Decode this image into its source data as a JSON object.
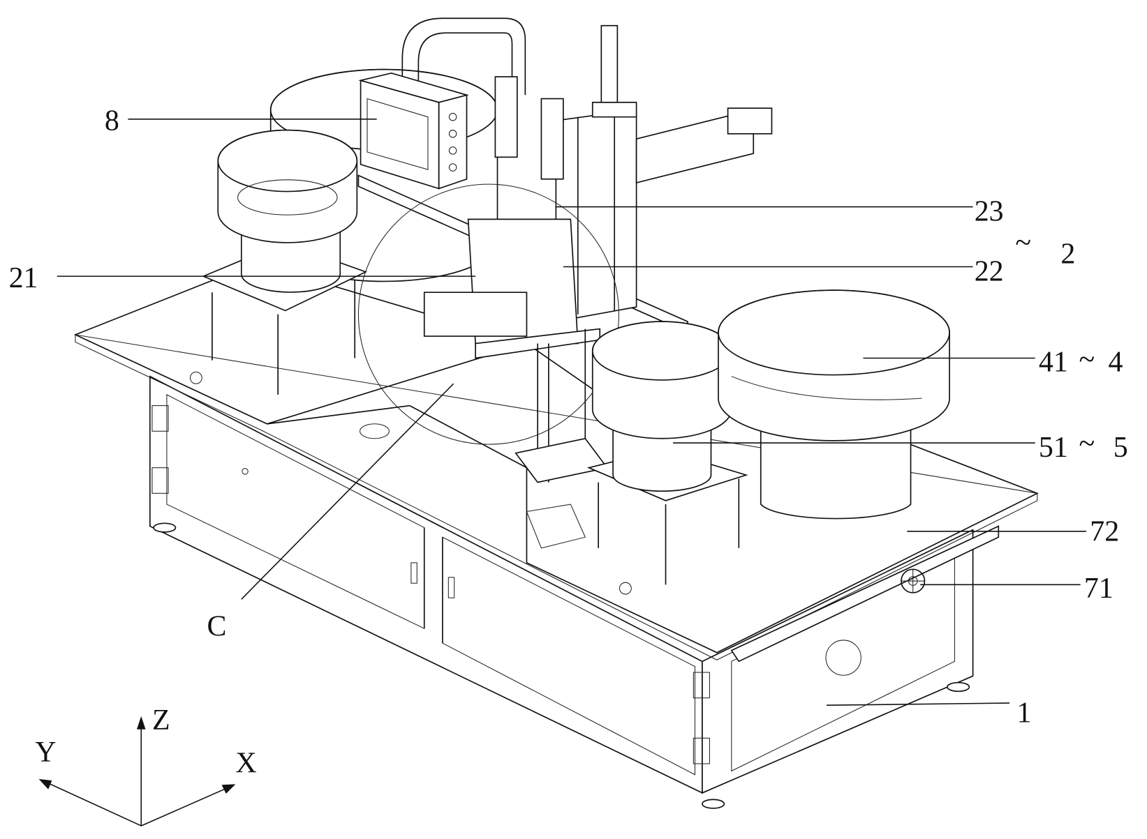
{
  "figure": {
    "labels": {
      "l8": "8",
      "l23": "23",
      "l22": "22",
      "l2": "2",
      "l21": "21",
      "l41": "41",
      "l4": "4",
      "l51": "51",
      "l5": "5",
      "l72": "72",
      "l71": "71",
      "lC": "C",
      "l1": "1"
    },
    "range_mark": "~",
    "axes": {
      "z": "Z",
      "y": "Y",
      "x": "X"
    }
  }
}
